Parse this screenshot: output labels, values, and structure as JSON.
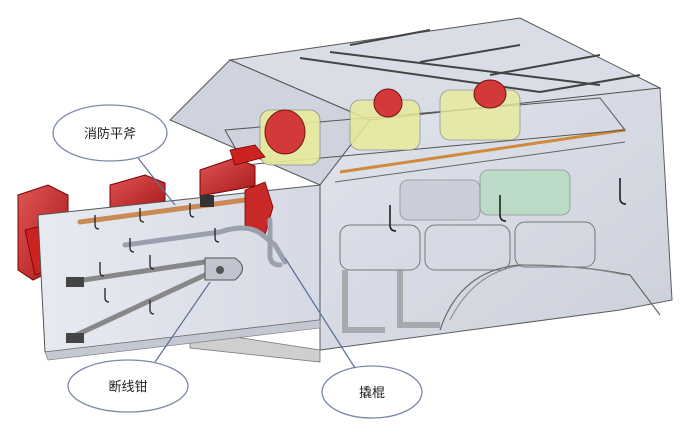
{
  "callouts": {
    "fire_axe": "消防平斧",
    "bolt_cutter": "断线钳",
    "crowbar": "撬棍"
  }
}
